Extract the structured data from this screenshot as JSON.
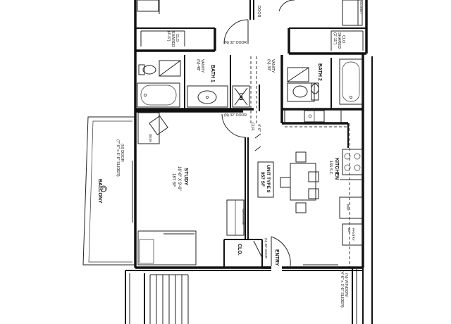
{
  "rooms": {
    "clo_shared_left": [
      "(4'-6\")",
      "SHARED",
      "CLO"
    ],
    "clo_shared_right": [
      "(2'-11\")",
      "SHARED",
      "CLO."
    ],
    "bath1": "BATH 1",
    "vanity_48": [
      "(N) 48\"",
      "VANITY"
    ],
    "lin": "LIN",
    "bath2": "BATH 2",
    "vanity_30": [
      "(N) 30\"",
      "VANITY"
    ],
    "kitchen": [
      "KITCHEN",
      "165 S.F."
    ],
    "unit": [
      "UNIT TYPE 9",
      "957 SF"
    ],
    "study": [
      "STUDY",
      "16'-8\" X 9'-6\"",
      "187 SF"
    ],
    "balcony": "BALCONY",
    "balcony_code": "E",
    "door_balcony": [
      "(N) DOOR",
      "(7'-0\" x 6'-8\" SLIDER)"
    ],
    "clo_small": "CLO.",
    "entry": "ENTRY",
    "window": [
      "(N) WINDOW",
      "(4'-6\" x 3'-6\" SLIDER)"
    ],
    "desk": "DESK",
    "clr": "CLR.",
    "clr_dim": "4'-0\"",
    "door_32_top": "(N) 32\" DOOR",
    "door_32_mid": "(N) 32\" DOOR",
    "door_36_entry": "(N) 36\" DOOR",
    "wardrobe": "WARDROBE",
    "pantry": [
      "30\"",
      "PANTRY"
    ],
    "refrigerator": "REF",
    "door_top_right": "DOOR",
    "closet_top_right": "CLOSET"
  }
}
